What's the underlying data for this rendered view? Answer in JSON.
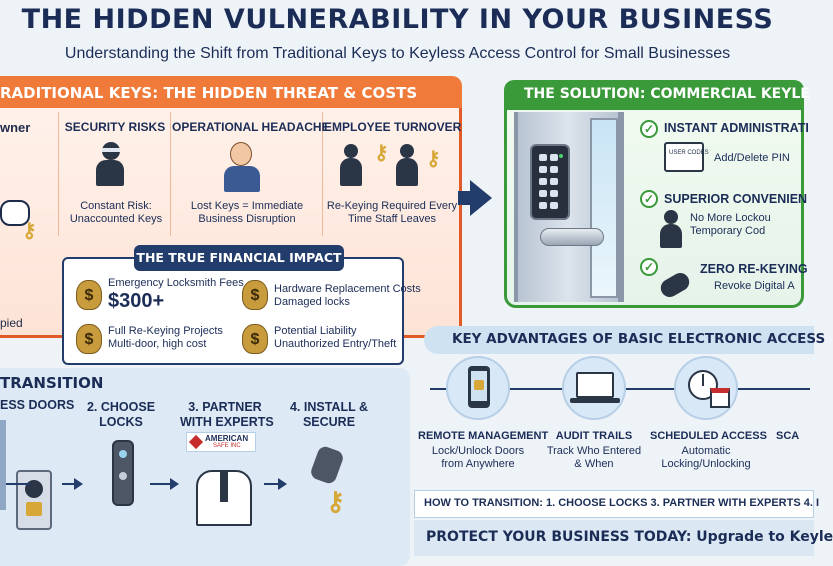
{
  "header": {
    "title": "THE HIDDEN VULNERABILITY IN YOUR BUSINESS",
    "subtitle": "Understanding the Shift from Traditional Keys to Keyless Access Control for Small Businesses"
  },
  "left_panel": {
    "title": "RADITIONAL KEYS: THE HIDDEN THREAT & COSTS",
    "owner_fragment": "wner",
    "copied_fragment": "pied",
    "risks": [
      {
        "title": "SECURITY RISKS",
        "desc": "Constant Risk: Unaccounted Keys"
      },
      {
        "title": "OPERATIONAL HEADACHE",
        "desc": "Lost Keys = Immediate Business Disruption"
      },
      {
        "title": "EMPLOYEE TURNOVER",
        "desc": "Re-Keying Required Every Time Staff Leaves"
      }
    ],
    "financial": {
      "title": "THE TRUE FINANCIAL IMPACT",
      "items": [
        {
          "line1": "Emergency Locksmith Fees",
          "line2": "$300+"
        },
        {
          "line1": "Hardware Replacement Costs",
          "line2": "Damaged locks"
        },
        {
          "line1": "Full Re-Keying Projects",
          "line2": "Multi-door, high cost"
        },
        {
          "line1": "Potential Liability",
          "line2": "Unauthorized Entry/Theft"
        }
      ]
    }
  },
  "right_panel": {
    "title": "THE SOLUTION: COMMERCIAL KEYLE",
    "features": [
      {
        "title": "INSTANT ADMINISTRATI",
        "desc1": "Add/Delete PIN",
        "desc2": "",
        "screen": "USER CODES"
      },
      {
        "title": "SUPERIOR CONVENIEN",
        "desc1": "No More Lockou",
        "desc2": "Temporary Cod"
      },
      {
        "title": "ZERO RE-KEYING",
        "desc1": "Revoke Digital A",
        "desc2": ""
      }
    ]
  },
  "transition": {
    "title": "TRANSITION",
    "steps": [
      {
        "line1": "ESS DOORS",
        "line2": ""
      },
      {
        "line1": "2. CHOOSE",
        "line2": "LOCKS"
      },
      {
        "line1": "3. PARTNER",
        "line2": "WITH EXPERTS",
        "badge_line1": "AMERICAN",
        "badge_line2": "SAFE INC"
      },
      {
        "line1": "4. INSTALL &",
        "line2": "SECURE"
      }
    ]
  },
  "advantages": {
    "title": "KEY ADVANTAGES OF BASIC ELECTRONIC ACCESS",
    "items": [
      {
        "title": "REMOTE MANAGEMENT",
        "desc1": "Lock/Unlock Doors",
        "desc2": "from Anywhere"
      },
      {
        "title": "AUDIT TRAILS",
        "desc1": "Track Who Entered",
        "desc2": "& When"
      },
      {
        "title": "SCHEDULED ACCESS",
        "desc1": "Automatic",
        "desc2": "Locking/Unlocking"
      },
      {
        "title": "SCA",
        "desc1": "",
        "desc2": ""
      }
    ]
  },
  "howto": {
    "text": "HOW TO TRANSITION:   1. CHOOSE LOCKS   3. PARTNER WITH EXPERTS   4. I"
  },
  "cta": {
    "text": "PROTECT YOUR BUSINESS TODAY: Upgrade to Keyle"
  },
  "colors": {
    "navy": "#1b2d57",
    "orange": "#f07a3a",
    "green": "#3a9a3a"
  }
}
